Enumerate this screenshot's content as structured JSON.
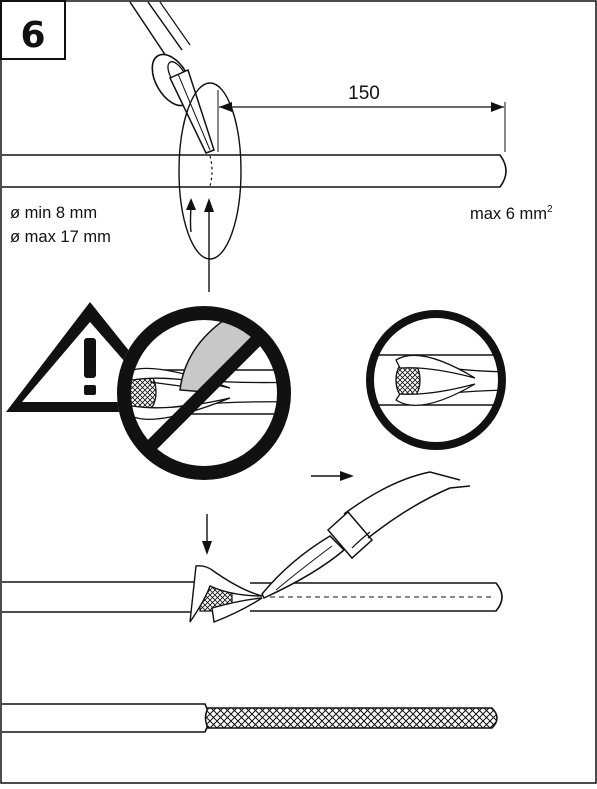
{
  "step": {
    "number": "6"
  },
  "dimensions": {
    "strip_length": "150",
    "diameter_min": "ø min 8 mm",
    "diameter_max": "ø max 17 mm",
    "cross_section_base": "max 6 mm",
    "cross_section_sup": "2"
  },
  "colors": {
    "line": "#111111",
    "blade": "#bdbdbd",
    "warning": "#111111"
  },
  "icons": {
    "warning": "warning-triangle-icon",
    "prohibited": "prohibited-sign-icon"
  }
}
